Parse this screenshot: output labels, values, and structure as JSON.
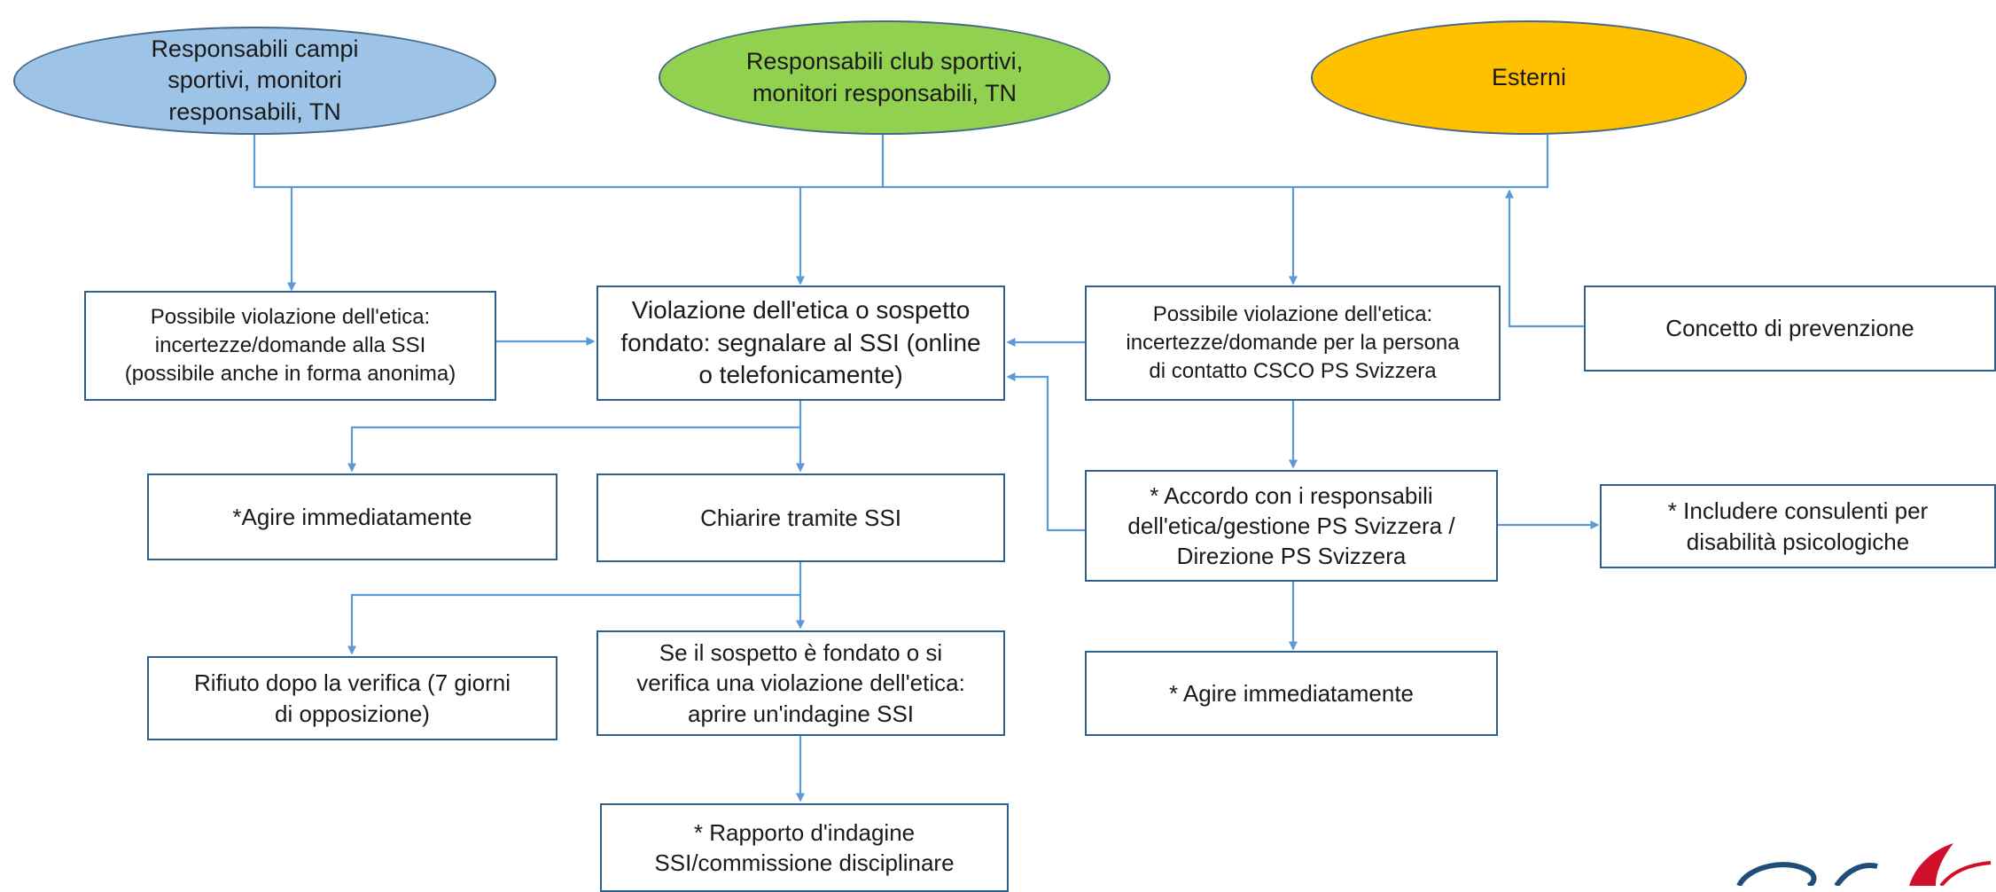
{
  "colors": {
    "connector": "#5b9bd5",
    "box_border": "#2e5f8d",
    "ellipse_blue": "#9dc3e6",
    "ellipse_green": "#92d050",
    "ellipse_orange": "#ffc000",
    "logo_blue": "#1f4e79",
    "logo_red": "#d0102b"
  },
  "groups": {
    "sports_fields": "Responsabili campi\nsportivi, monitori\nresponsabili, TN",
    "sports_clubs": "Responsabili club sportivi,\nmonitori responsabili, TN",
    "external": "Esterni"
  },
  "boxes": {
    "possible_violation_ssi": "Possibile violazione dell'etica:\nincertezze/domande alla SSI\n(possibile anche in forma anonima)",
    "report_violation": "Violazione dell'etica o sospetto\nfondato: segnalare al SSI (online\no telefonicamente)",
    "possible_violation_csco": "Possibile violazione dell'etica:\nincertezze/domande per la persona\ndi contatto CSCO PS Svizzera",
    "prevention_concept": "Concetto di prevenzione",
    "act_immediately_left": "*Agire immediatamente",
    "clarify_ssi": "Chiarire tramite SSI",
    "agreement": "* Accordo con i responsabili\ndell'etica/gestione PS Svizzera /\nDirezione PS Svizzera",
    "include_consultants": "* Includere consulenti per\ndisabilità psicologiche",
    "rejection": "Rifiuto dopo la verifica (7 giorni\ndi opposizione)",
    "open_investigation": "Se il sospetto è fondato o si\nverifica una violazione dell'etica:\naprire un'indagine SSI",
    "act_immediately_right": "* Agire immediatamente",
    "investigation_report": "* Rapporto d'indagine\nSSI/commissione disciplinare"
  }
}
